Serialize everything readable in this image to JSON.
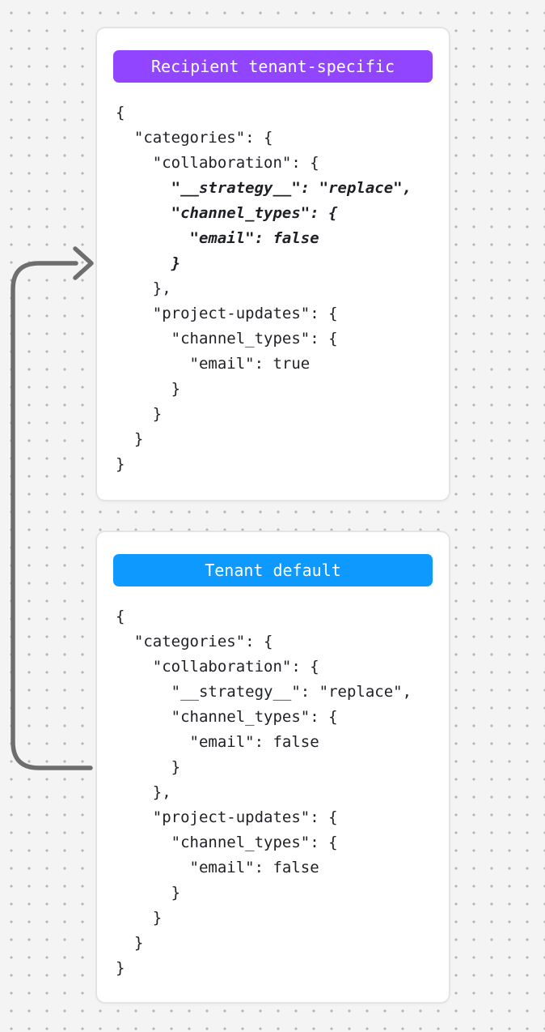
{
  "page": {
    "background_color": "#f4f4f5",
    "dot_color": "#b5b5b5",
    "arrow_color": "#6e6e6e",
    "arrow_meaning": "flow from Tenant default collaboration block into Recipient tenant-specific card"
  },
  "cards": [
    {
      "badge": "Recipient tenant-specific",
      "badge_color": "#9245ff",
      "code_lines": [
        {
          "text": "{",
          "emphasis": false
        },
        {
          "text": "  \"categories\": {",
          "emphasis": false
        },
        {
          "text": "    \"collaboration\": {",
          "emphasis": false
        },
        {
          "text": "      \"__strategy__\": \"replace\",",
          "emphasis": true
        },
        {
          "text": "      \"channel_types\": {",
          "emphasis": true
        },
        {
          "text": "        \"email\": false",
          "emphasis": true
        },
        {
          "text": "      }",
          "emphasis": true
        },
        {
          "text": "    },",
          "emphasis": false
        },
        {
          "text": "    \"project-updates\": {",
          "emphasis": false
        },
        {
          "text": "      \"channel_types\": {",
          "emphasis": false
        },
        {
          "text": "        \"email\": true",
          "emphasis": false
        },
        {
          "text": "      }",
          "emphasis": false
        },
        {
          "text": "    }",
          "emphasis": false
        },
        {
          "text": "  }",
          "emphasis": false
        },
        {
          "text": "}",
          "emphasis": false
        }
      ]
    },
    {
      "badge": "Tenant default",
      "badge_color": "#0e99ff",
      "code_lines": [
        {
          "text": "{",
          "emphasis": false
        },
        {
          "text": "  \"categories\": {",
          "emphasis": false
        },
        {
          "text": "    \"collaboration\": {",
          "emphasis": false
        },
        {
          "text": "      \"__strategy__\": \"replace\",",
          "emphasis": false
        },
        {
          "text": "      \"channel_types\": {",
          "emphasis": false
        },
        {
          "text": "        \"email\": false",
          "emphasis": false
        },
        {
          "text": "      }",
          "emphasis": false
        },
        {
          "text": "    },",
          "emphasis": false
        },
        {
          "text": "    \"project-updates\": {",
          "emphasis": false
        },
        {
          "text": "      \"channel_types\": {",
          "emphasis": false
        },
        {
          "text": "        \"email\": false",
          "emphasis": false
        },
        {
          "text": "      }",
          "emphasis": false
        },
        {
          "text": "    }",
          "emphasis": false
        },
        {
          "text": "  }",
          "emphasis": false
        },
        {
          "text": "}",
          "emphasis": false
        }
      ]
    }
  ]
}
